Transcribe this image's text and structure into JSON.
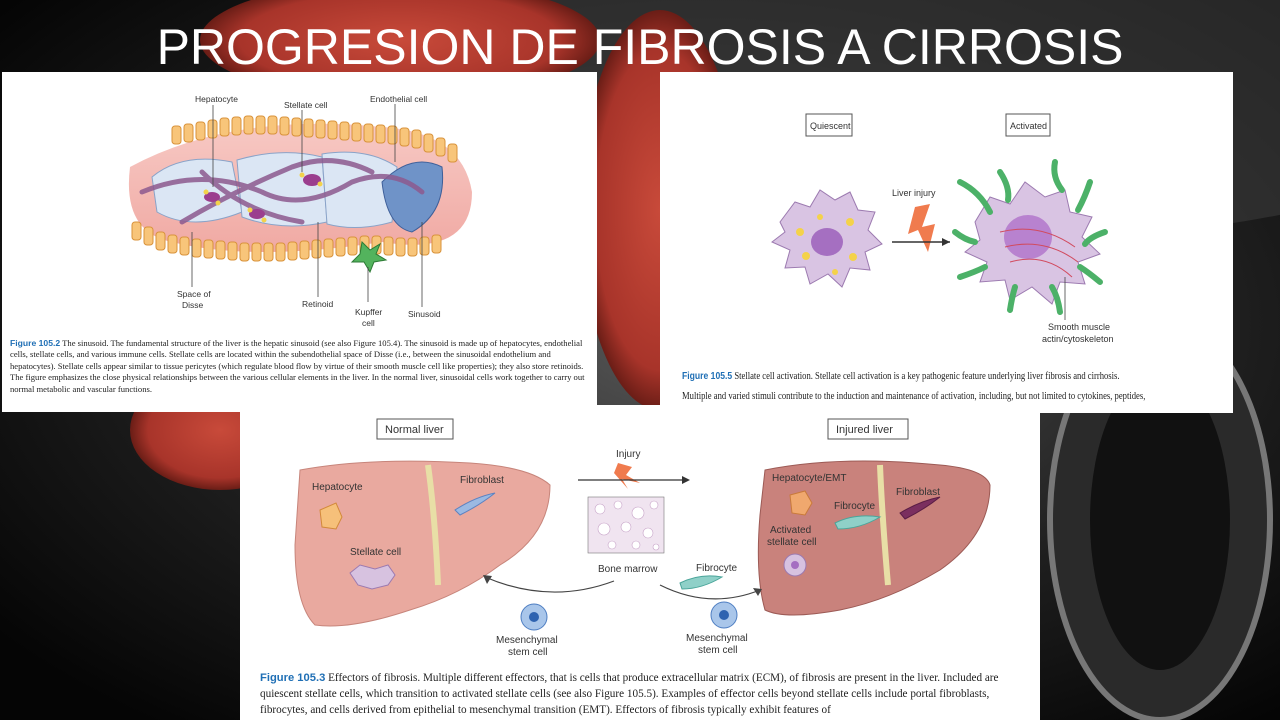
{
  "slide": {
    "title": "PROGRESION DE FIBROSIS A CIRROSIS"
  },
  "figure_sinusoid": {
    "labels": {
      "hepatocyte": "Hepatocyte",
      "stellate_cell": "Stellate cell",
      "endothelial_cell": "Endothelial cell",
      "space_of_disse_1": "Space of",
      "space_of_disse_2": "Disse",
      "retinoid": "Retinoid",
      "kupffer_1": "Kupffer",
      "kupffer_2": "cell",
      "sinusoid": "Sinusoid"
    },
    "caption_fig": "Figure 105.2",
    "caption_text": "The sinusoid. The fundamental structure of the liver is the hepatic sinusoid (see also Figure 105.4). The sinusoid is made up of hepatocytes, endothelial cells, stellate cells, and various immune cells. Stellate cells are located within the subendothelial space of Disse (i.e., between the sinusoidal endothelium and hepatocytes). Stellate cells appear similar to tissue pericytes (which regulate blood flow by virtue of their smooth muscle cell like properties); they also store retinoids. The figure emphasizes the close physical relationships between the various cellular elements in the liver. In the normal liver, sinusoidal cells work together to carry out normal metabolic and vascular functions."
  },
  "figure_activation": {
    "labels": {
      "quiescent": "Quiescent",
      "activated": "Activated",
      "liver_injury": "Liver injury",
      "smooth_muscle_1": "Smooth muscle",
      "smooth_muscle_2": "actin/cytoskeleton"
    },
    "caption_fig": "Figure 105.5",
    "caption_text": "Stellate cell activation. Stellate cell activation is a key pathogenic feature underlying liver fibrosis and cirrhosis. Multiple and varied stimuli contribute to the induction and maintenance of activation, including, but not limited to cytokines, peptides, and the ECMitself."
  },
  "figure_effectors": {
    "labels": {
      "normal_liver": "Normal liver",
      "injured_liver": "Injured liver",
      "injury": "Injury",
      "hepatocyte": "Hepatocyte",
      "fibroblast_left": "Fibroblast",
      "stellate_cell": "Stellate cell",
      "hepatocyte_emt": "Hepatocyte/EMT",
      "fibroblast_right": "Fibroblast",
      "fibrocyte_right": "Fibrocyte",
      "activated_1": "Activated",
      "activated_2": "stellate cell",
      "bone_marrow": "Bone marrow",
      "fibrocyte_center": "Fibrocyte",
      "mesenchymal_left_1": "Mesenchymal",
      "mesenchymal_left_2": "stem cell",
      "mesenchymal_right_1": "Mesenchymal",
      "mesenchymal_right_2": "stem cell"
    },
    "caption_fig": "Figure 105.3",
    "caption_text": "Effectors of fibrosis. Multiple different effectors, that is cells that produce extracellular matrix (ECM), of fibrosis are present in the liver. Included are quiescent stellate cells, which transition to activated stellate cells (see also Figure 105.5). Examples of effector cells beyond stellate cells include portal fibroblasts, fibrocytes, and cells derived from epithelial to mesenchymal transition (EMT). Effectors of fibrosis typically exhibit features of"
  },
  "colors": {
    "caption_figure_label": "#1f6fb5",
    "liver_normal": "#e9a99f",
    "liver_injured": "#c9827c",
    "stellate_fiber": "#4cb168",
    "injury_arrow": "#f07b4e"
  }
}
